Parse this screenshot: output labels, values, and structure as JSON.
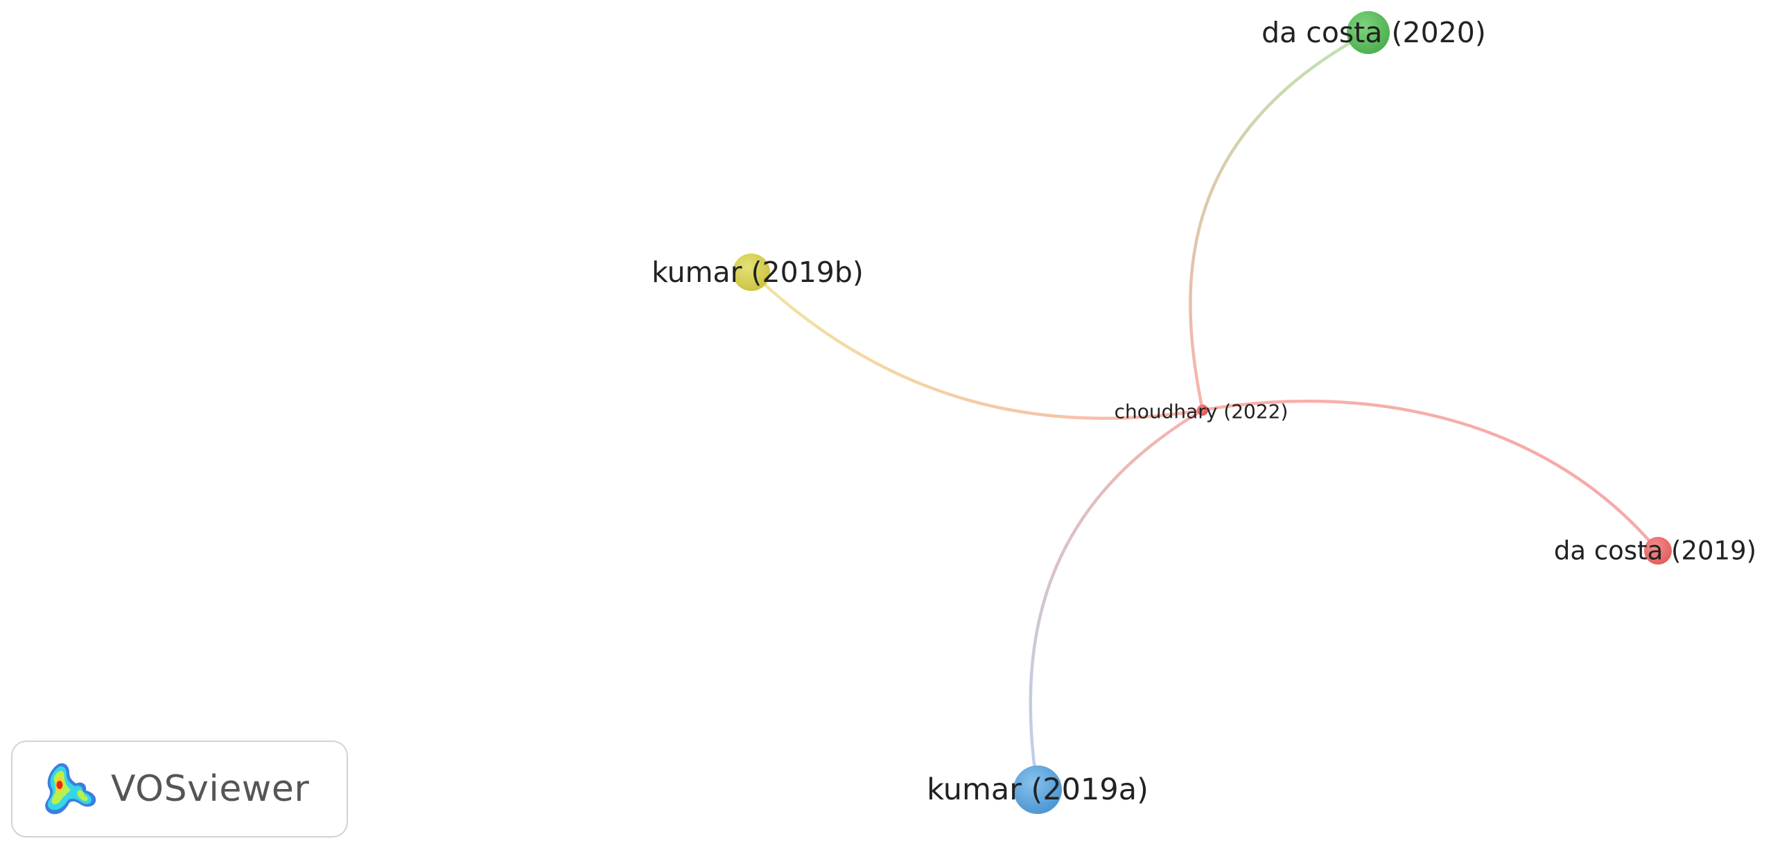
{
  "network": {
    "nodes": [
      {
        "id": "choudhary-2022",
        "label": "choudhary (2022)",
        "color": "#e8575b",
        "size": "small"
      },
      {
        "id": "da-costa-2020",
        "label": "da costa (2020)",
        "color": "#5cbf5c",
        "size": "large"
      },
      {
        "id": "kumar-2019b",
        "label": "kumar (2019b)",
        "color": "#d7d150",
        "size": "large"
      },
      {
        "id": "da-costa-2019",
        "label": "da costa (2019)",
        "color": "#ea6b6b",
        "size": "medium"
      },
      {
        "id": "kumar-2019a",
        "label": "kumar (2019a)",
        "color": "#5da7dd",
        "size": "large"
      }
    ],
    "links": [
      {
        "source": "choudhary-2022",
        "target": "da-costa-2020"
      },
      {
        "source": "choudhary-2022",
        "target": "kumar-2019b"
      },
      {
        "source": "choudhary-2022",
        "target": "da-costa-2019"
      },
      {
        "source": "choudhary-2022",
        "target": "kumar-2019a"
      }
    ]
  },
  "branding": {
    "logo_text": "VOSviewer"
  }
}
